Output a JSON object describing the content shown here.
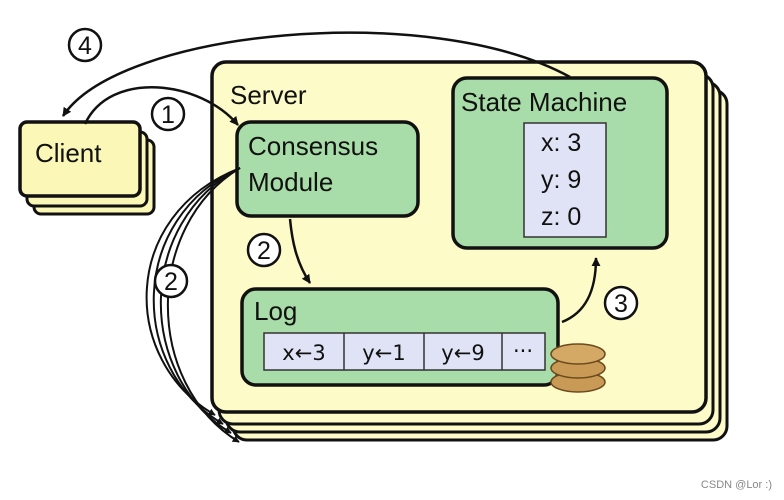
{
  "server": {
    "title": "Server"
  },
  "client": {
    "label": "Client"
  },
  "consensus": {
    "line1": "Consensus",
    "line2": "Module"
  },
  "state_machine": {
    "title": "State Machine",
    "vars": [
      "x: 3",
      "y: 9",
      "z: 0"
    ]
  },
  "log": {
    "title": "Log",
    "entries": [
      "x←3",
      "y←1",
      "y←9",
      "···"
    ]
  },
  "steps": {
    "s1": "1",
    "s2a": "2",
    "s2b": "2",
    "s3": "3",
    "s4": "4"
  },
  "watermark": "CSDN @Lor :)",
  "colors": {
    "server_fill": "#fdfbc8",
    "client_fill": "#fbf7b6",
    "module_fill": "#a8dca8",
    "table_fill": "#dfe3f5",
    "stroke": "#111111",
    "coin_fill": "#c99a55"
  }
}
